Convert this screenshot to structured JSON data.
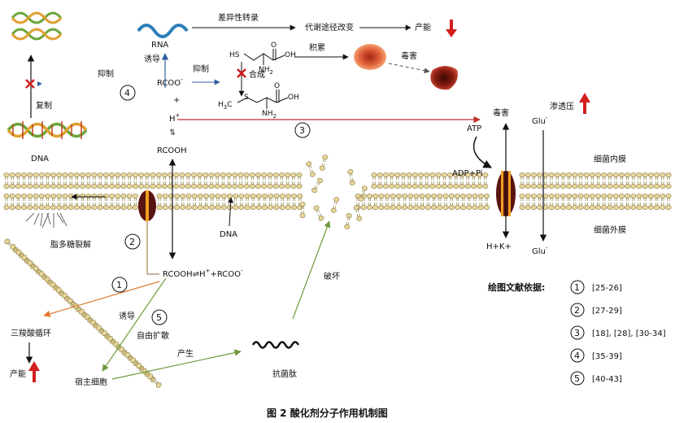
{
  "caption": "图 2  酸化剂分子作用机制图",
  "labels": {
    "dna": "DNA",
    "replicate": "复制",
    "inhibit_left": "抑制",
    "rna": "RNA",
    "induce_top": "诱导",
    "diff_transcription": "差异性转录",
    "metabolic_change": "代谢途径改变",
    "energy_top": "产能",
    "cooh_top": "RCOO",
    "cooh_top_sup": "-",
    "plus": "+",
    "h_plus": "H",
    "h_plus_sup": "+",
    "equilibrium": "⇌",
    "rcooh": "RCOOH",
    "inhibit_mid": "抑制",
    "synthesis": "合成",
    "accumulate": "积累",
    "toxic_top": "毒害",
    "hs": "HS",
    "oh_top": "OH",
    "nh2_top": "NH",
    "nh2_top_sub": "2",
    "o_top": "O",
    "h3c": "H",
    "h3c_sub": "3",
    "h3c_c": "C",
    "s": "S",
    "oh_bottom": "OH",
    "nh2_bottom": "NH",
    "nh2_bottom_sub": "2",
    "o_bottom": "O",
    "atp": "ATP",
    "adp": "ADP+Pi",
    "toxic_right": "毒害",
    "osmotic": "渗透压",
    "glu_top": "Glu",
    "glu_top_sup": "-",
    "inner_membrane": "细菌内膜",
    "outer_membrane": "细菌外膜",
    "hk": "H+K+",
    "glu_bottom": "Glu",
    "glu_bottom_sup": "-",
    "lps_degrade": "脂多糖裂解",
    "dna_mid": "DNA",
    "rcooh_eq": "RCOOH⇌H",
    "rcooh_eq_sup": "+",
    "rcooh_eq_tail": "+RCOO",
    "rcooh_eq_sup2": "-",
    "destroy": "破坏",
    "tca": "三羧酸循环",
    "energy_bottom": "产能",
    "induce_bottom": "诱导",
    "free_diffusion": "自由扩散",
    "produce": "产生",
    "host_cell": "宿主细胞",
    "amp": "抗菌肽"
  },
  "circles": {
    "c1": "1",
    "c2": "2",
    "c3": "3",
    "c4": "4",
    "c5": "5"
  },
  "legend": {
    "title": "绘图文献依据:",
    "items": [
      {
        "num": "1",
        "ref": "[25-26]"
      },
      {
        "num": "2",
        "ref": "[27-29]"
      },
      {
        "num": "3",
        "ref": "[18], [28], [30-34]"
      },
      {
        "num": "4",
        "ref": "[35-39]"
      },
      {
        "num": "5",
        "ref": "[40-43]"
      }
    ]
  },
  "colors": {
    "arrow_black": "#111111",
    "arrow_blue": "#2f5f9e",
    "arrow_red": "#c0302b",
    "arrow_orange": "#e07b30",
    "arrow_green": "#6f9a3c",
    "up_arrow": "#d21e1e",
    "down_arrow": "#d21e1e",
    "transporter_dark": "#5a1410",
    "transporter_stripe": "#f0a020",
    "rna_wave": "#2d7fb8",
    "dna_green": "#6aa63a",
    "dna_orange": "#e0a030",
    "lipid_head": "#e8d79c",
    "lipid_edge": "#8a7a40",
    "toxin_light": "#f08050",
    "toxin_dark": "#8c1e12"
  },
  "icons": {
    "inhibit_x": "red-x-icon",
    "transporter": "membrane-transporter-icon",
    "toxin": "toxin-blob-icon",
    "peptide": "antimicrobial-peptide-wave-icon"
  }
}
